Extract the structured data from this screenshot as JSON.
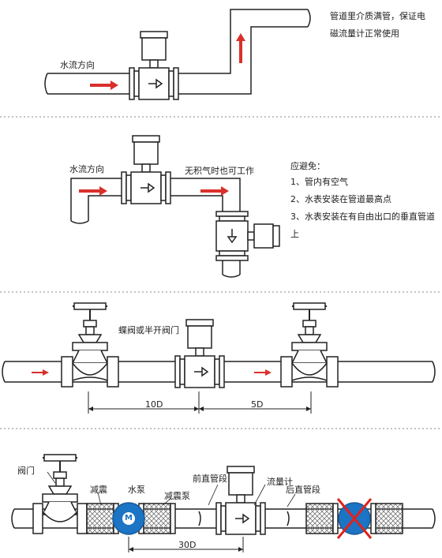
{
  "section1": {
    "flow_label": "水流方向",
    "note_line1": "管道里介质满管，保证电",
    "note_line2": "磁流量计正常使用"
  },
  "section2": {
    "flow_label": "水流方向",
    "no_air_label": "无积气时也可工作",
    "avoid_title": "应避免：",
    "avoid_items": [
      "1、管内有空气",
      "2、水表安装在管道最高点",
      "3、水表安装在有自由出口的垂直管道上"
    ]
  },
  "section3": {
    "valve_label": "蝶阀或半开阀门",
    "dim_upstream": "10D",
    "dim_downstream": "5D"
  },
  "section4": {
    "valve_label": "阀门",
    "damper_left": "减震",
    "pump_label": "水泵",
    "damper_pump": "减震泵",
    "front_pipe": "前直管段",
    "meter_label": "流量计",
    "rear_pipe": "后直管段",
    "pump_letter": "M",
    "dim_30d": "30D"
  },
  "colors": {
    "arrow": "#d9302b",
    "pump": "#1b74c4",
    "cross": "#e0221b",
    "dots": "#888888"
  }
}
